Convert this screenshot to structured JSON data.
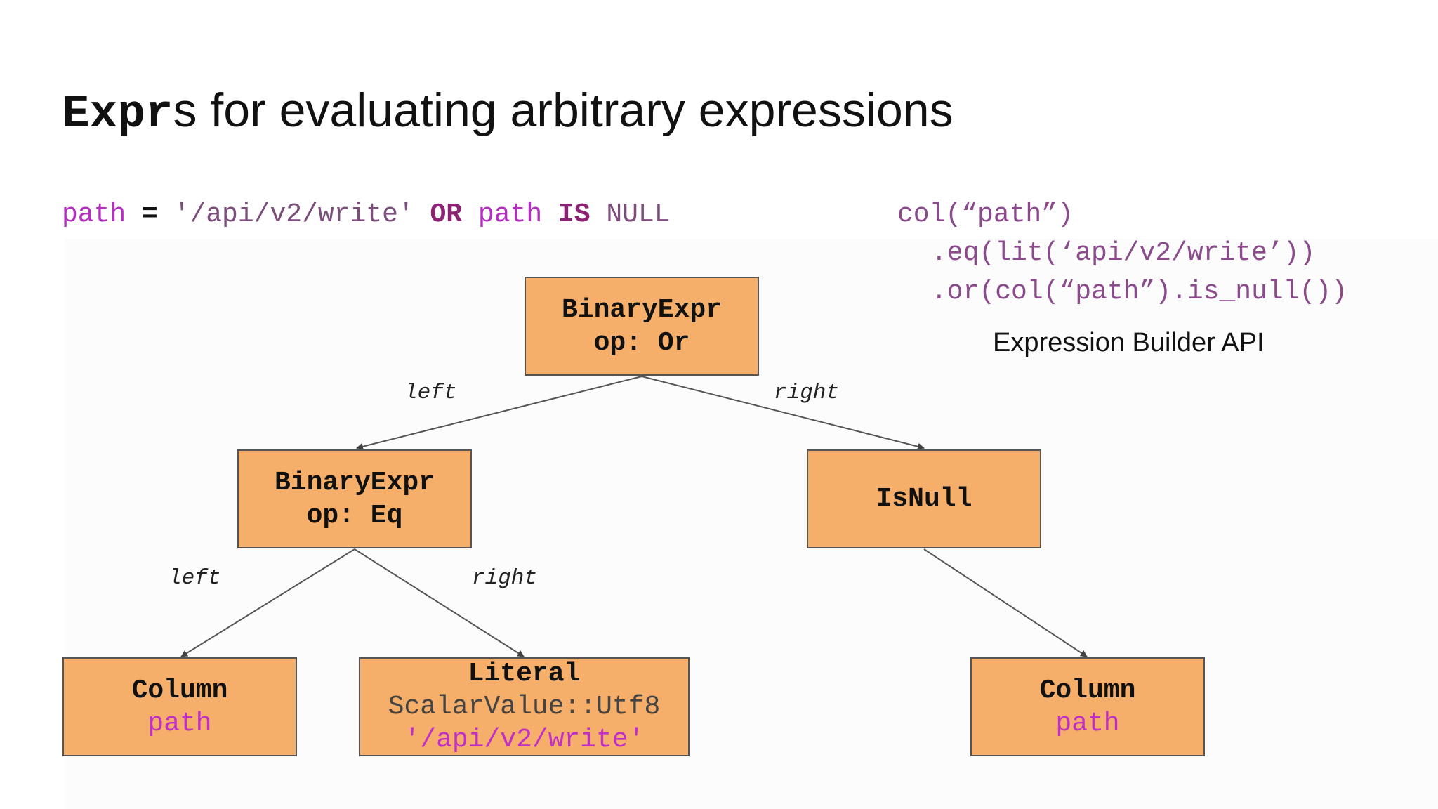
{
  "title": {
    "mono": "Expr",
    "rest": "s for evaluating arbitrary expressions"
  },
  "sql": {
    "t1": "path",
    "t2": " = ",
    "t3": "'/api/v2/write'",
    "t4": " OR",
    "t5": " path",
    "t6": " IS",
    "t7": " NULL"
  },
  "builder": {
    "line1": "col(“path”)",
    "line2": ".eq(lit(‘api/v2/write’))",
    "line3": ".or(col(“path”).is_null())",
    "caption": "Expression Builder API"
  },
  "tree": {
    "root": {
      "line1": "BinaryExpr",
      "line2": "op: Or"
    },
    "eq": {
      "line1": "BinaryExpr",
      "line2": "op: Eq"
    },
    "isnull": {
      "line1": "IsNull"
    },
    "col_left": {
      "line1": "Column",
      "line2": "path"
    },
    "literal": {
      "line1": "Literal",
      "line2": "ScalarValue::Utf8",
      "line3": "'/api/v2/write'"
    },
    "col_right": {
      "line1": "Column",
      "line2": "path"
    }
  },
  "edges": {
    "root_left": "left",
    "root_right": "right",
    "eq_left": "left",
    "eq_right": "right"
  }
}
